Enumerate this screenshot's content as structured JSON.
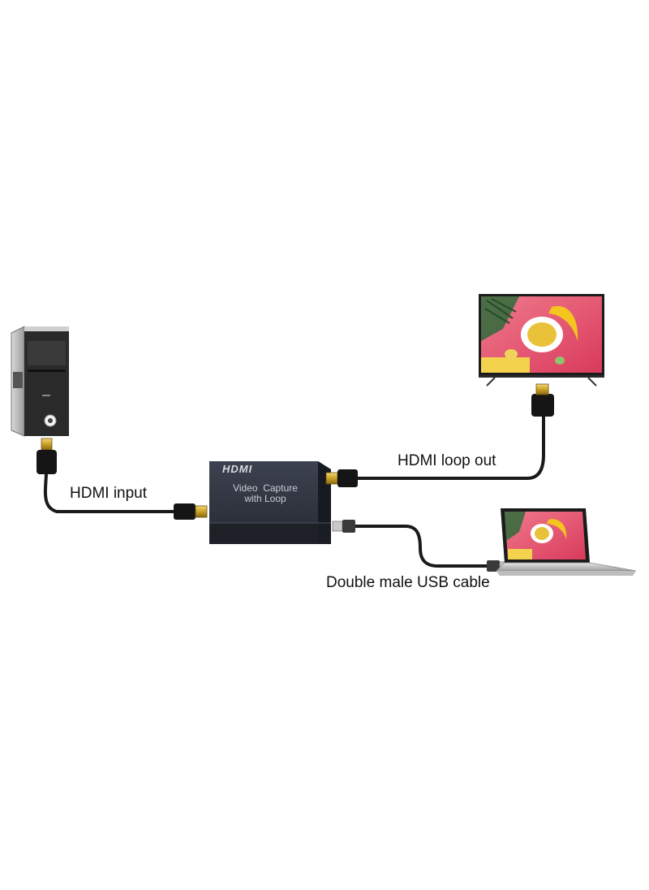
{
  "labels": {
    "hdmi_input": "HDMI input",
    "hdmi_loop_out": "HDMI loop out",
    "usb_cable": "Double male USB cable"
  },
  "device": {
    "logo": "HDMI",
    "line1": "Video  Capture",
    "line2": "with Loop"
  },
  "colors": {
    "cable": "#1a1a1a",
    "device_body": "#2b2f3a",
    "connector_gold": "#c9a227",
    "tv_screen": "#e9546e",
    "text": "#111111"
  }
}
